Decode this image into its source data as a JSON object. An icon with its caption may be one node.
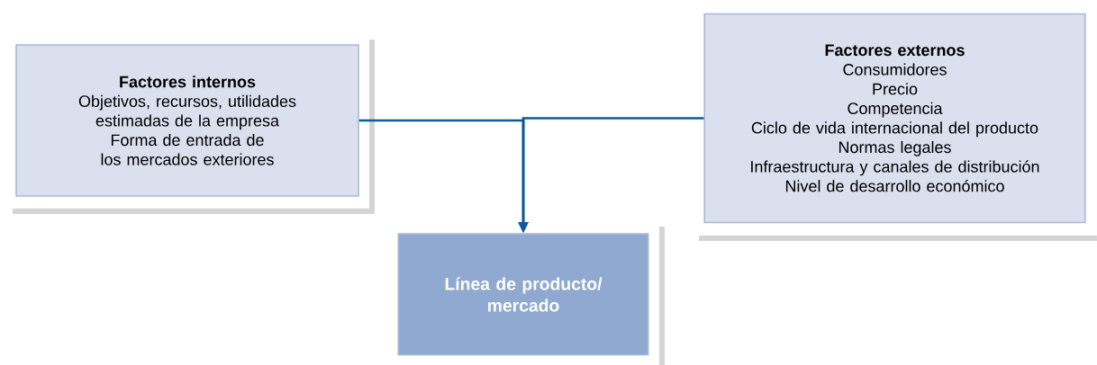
{
  "diagram": {
    "nodes": [
      {
        "text": [
          "Factores internos",
          "Objetivos, recursos, utilidades estimadas de la empresa",
          "Forma de entrada de los mercados exteriores"
        ]
      },
      {
        "text": [
          "Factores externos",
          "Consumidores",
          "Precio",
          "Competencia",
          "Ciclo de vida internacional del producto",
          "Normas legales",
          "Infraestructura y canales de distribución",
          "Nivel de desarrollo económico"
        ]
      },
      {
        "text": [
          "Línea de producto/ mercado"
        ]
      }
    ],
    "edges": [
      {
        "from": 0,
        "to": 2,
        "arrow": "to"
      },
      {
        "from": 1,
        "to": 2,
        "arrow": "to"
      }
    ]
  }
}
